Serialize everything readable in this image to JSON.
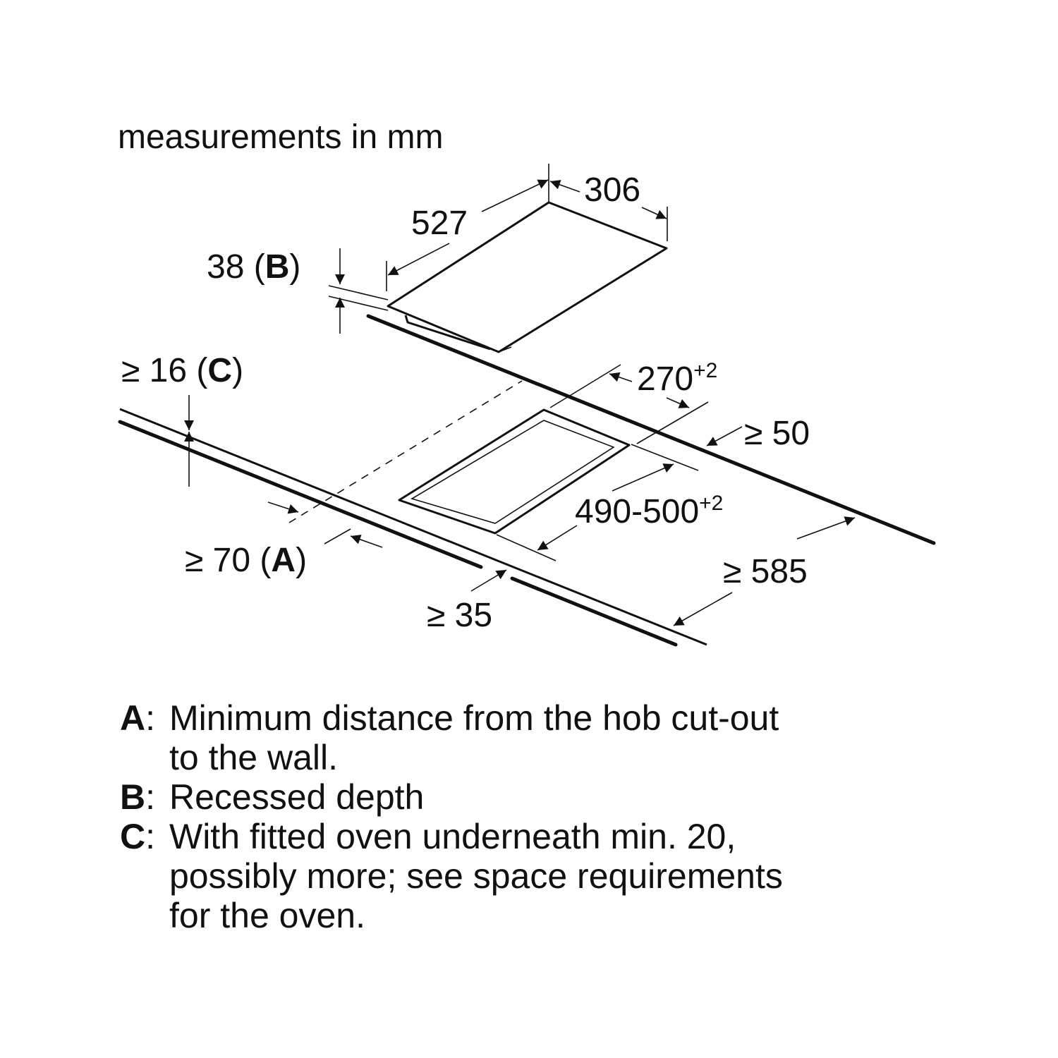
{
  "units_note": "measurements in mm",
  "hob": {
    "width_label": "306",
    "depth_label": "527",
    "recess_value": "38 (",
    "recess_key": "B",
    "recess_close": ")"
  },
  "cutout": {
    "width_label": "270",
    "width_tol": "+2",
    "depth_label": "490-500",
    "depth_tol": "+2"
  },
  "worktop": {
    "thickness_value": "≥ 16 (",
    "thickness_key": "C",
    "thickness_close": ")",
    "wall_distance_value": "≥ 70 (",
    "wall_distance_key": "A",
    "wall_distance_close": ")",
    "front_distance": "≥ 35",
    "side_distance": "≥ 50",
    "depth_min": "≥ 585"
  },
  "legend": [
    {
      "key": "A",
      "lines": [
        "Minimum distance from the hob cut-out",
        "to the wall."
      ]
    },
    {
      "key": "B",
      "lines": [
        "Recessed depth"
      ]
    },
    {
      "key": "C",
      "lines": [
        "With fitted oven underneath min. 20,",
        "possibly more; see space requirements",
        "for the oven."
      ]
    }
  ]
}
